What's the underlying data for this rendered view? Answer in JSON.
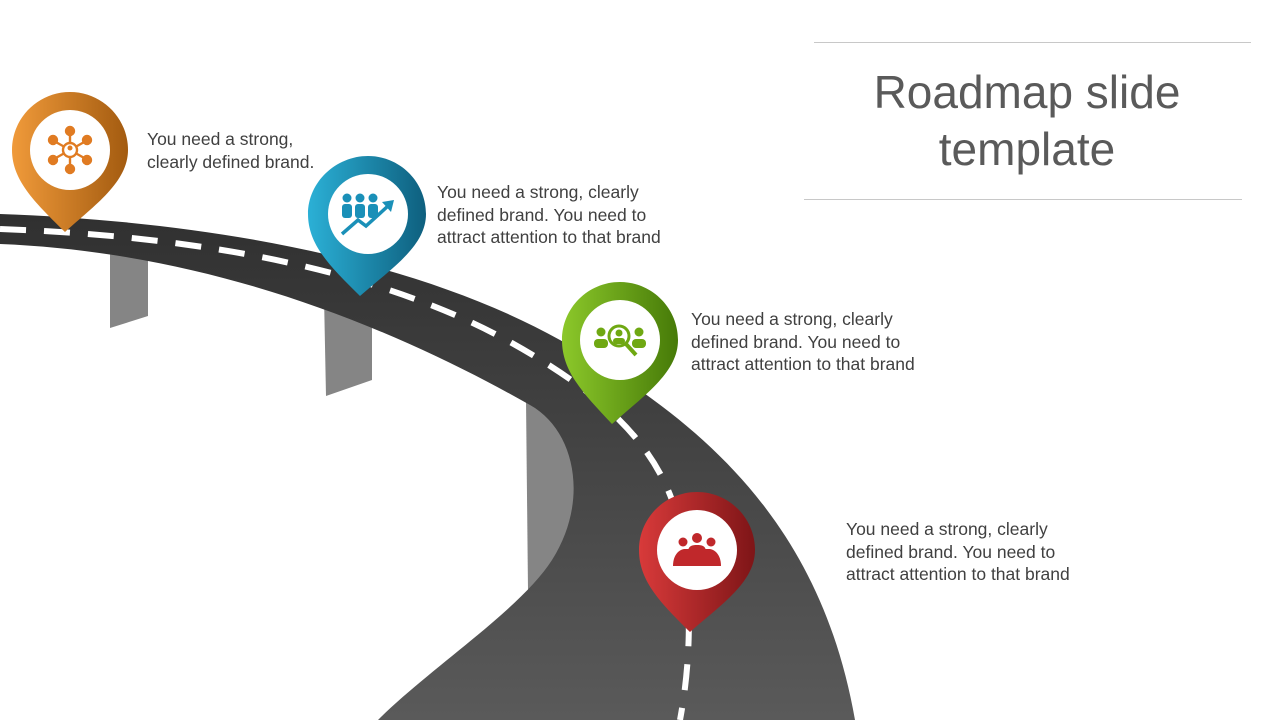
{
  "title": {
    "line1": "Roadmap slide",
    "line2": "template"
  },
  "colors": {
    "road": "#3a3a3a",
    "road_light": "#555555",
    "pillar": "#808080",
    "marker_orange": "#e07b22",
    "marker_blue": "#1a90b8",
    "marker_green": "#6fa812",
    "marker_red": "#c0282b",
    "text": "#404040",
    "title": "#5a5a5a"
  },
  "milestones": [
    {
      "icon": "network-people-icon",
      "lines": [
        "You need a strong,",
        "clearly defined brand."
      ]
    },
    {
      "icon": "team-growth-icon",
      "lines": [
        "You need a strong, clearly",
        "defined brand. You need to",
        "attract attention to that brand"
      ]
    },
    {
      "icon": "people-search-icon",
      "lines": [
        "You need a strong, clearly",
        "defined brand. You need to",
        "attract attention to that brand"
      ]
    },
    {
      "icon": "group-meeting-icon",
      "lines": [
        "You need a strong, clearly",
        "defined brand. You need to",
        "attract attention to that brand"
      ]
    }
  ]
}
